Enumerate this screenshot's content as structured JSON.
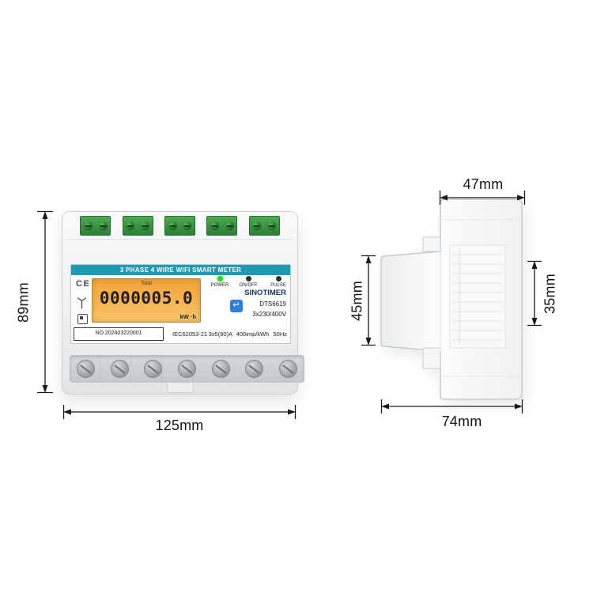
{
  "product": {
    "front": {
      "header": "3 PHASE 4 WIRE WIFI SMART METER",
      "lcd": {
        "total": "Total",
        "reading": "0000005.0",
        "unit": "kW ·h"
      },
      "leds": [
        {
          "label": "POWER",
          "color": "#38d126"
        },
        {
          "label": "ON/OFF",
          "color": "#2f332e"
        },
        {
          "label": "PULSE",
          "color": "#2f332e"
        }
      ],
      "brand": "SINOTIMER",
      "model": "DTS6619",
      "voltage": "3x230/400V",
      "serial": "NO.202403220001",
      "standard": "IEC62053-21",
      "specs": "3x5(80)A 400imp/kWh 50Hz",
      "ce_mark": "CE",
      "comm_icon_glyph": "↵"
    },
    "dimensions": {
      "front_height": "89mm",
      "front_width": "125mm",
      "side_top_depth": "47mm",
      "side_front_height": "45mm",
      "side_label_height": "35mm",
      "side_total_depth": "74mm"
    },
    "colors": {
      "header_bar": "#1e9ab4",
      "lcd_backlight": "#f5a843",
      "power_led": "#38d126",
      "terminal_green": "#3aa23f",
      "comm_icon_blue": "#2e7fd9"
    }
  }
}
